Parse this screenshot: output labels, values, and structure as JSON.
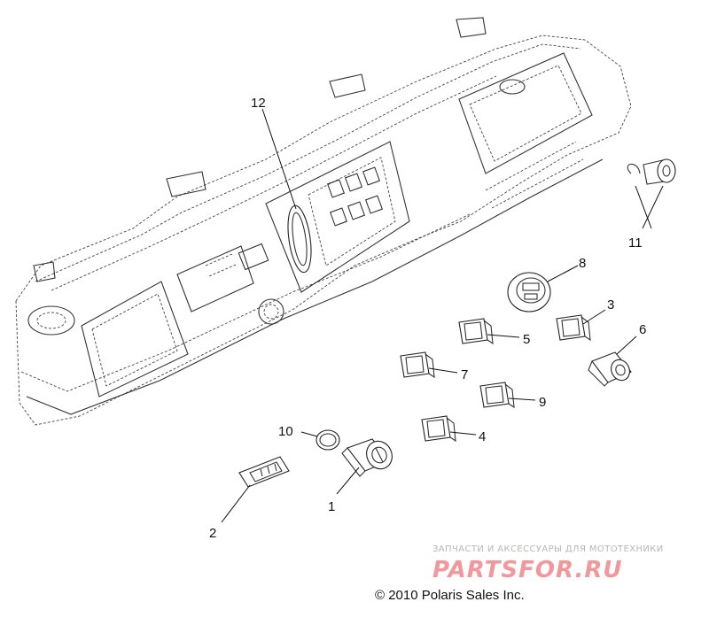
{
  "callouts": [
    {
      "id": "1",
      "label": "1"
    },
    {
      "id": "2",
      "label": "2"
    },
    {
      "id": "3",
      "label": "3"
    },
    {
      "id": "4",
      "label": "4"
    },
    {
      "id": "5",
      "label": "5"
    },
    {
      "id": "6",
      "label": "6"
    },
    {
      "id": "7",
      "label": "7"
    },
    {
      "id": "8",
      "label": "8"
    },
    {
      "id": "9",
      "label": "9"
    },
    {
      "id": "10",
      "label": "10"
    },
    {
      "id": "11",
      "label": "11"
    },
    {
      "id": "12",
      "label": "12"
    }
  ],
  "copyright": "© 2010 Polaris Sales Inc.",
  "watermark": {
    "tagline": "ЗАПЧАСТИ И АКСЕССУАРЫ ДЛЯ МОТОТЕХНИКИ",
    "logo": "PARTSFOR.RU",
    "logo_color": "#e8434a"
  }
}
